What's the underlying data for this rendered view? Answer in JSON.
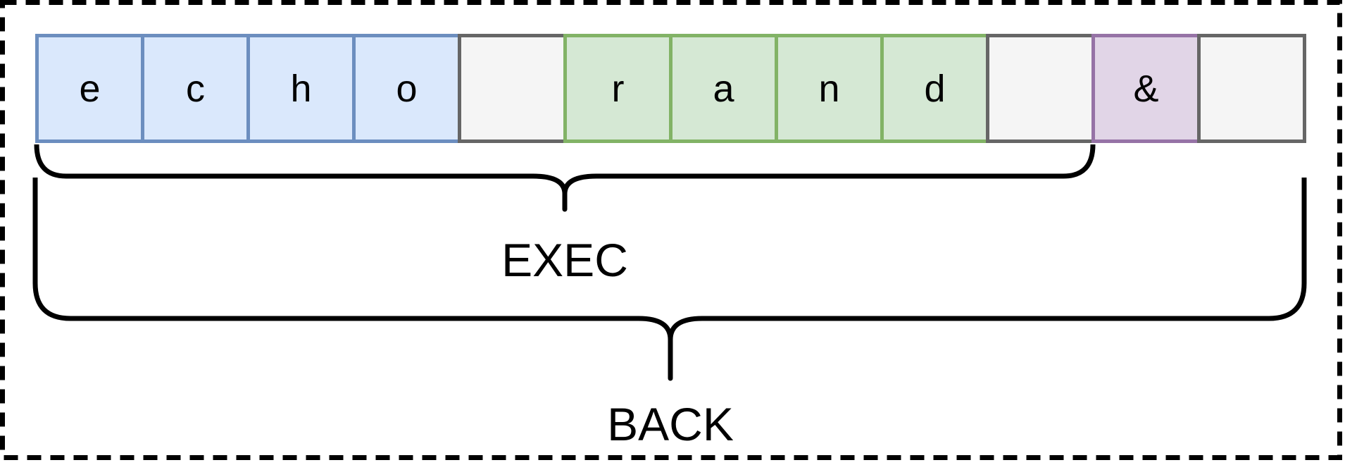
{
  "diagram": {
    "description": "shell-command-tokenization-diagram",
    "cells": [
      {
        "char": "e",
        "type": "blue"
      },
      {
        "char": "c",
        "type": "blue"
      },
      {
        "char": "h",
        "type": "blue"
      },
      {
        "char": "o",
        "type": "blue"
      },
      {
        "char": "",
        "type": "gray"
      },
      {
        "char": "r",
        "type": "green"
      },
      {
        "char": "a",
        "type": "green"
      },
      {
        "char": "n",
        "type": "green"
      },
      {
        "char": "d",
        "type": "green"
      },
      {
        "char": "",
        "type": "gray"
      },
      {
        "char": "&",
        "type": "purple"
      },
      {
        "char": "",
        "type": "gray"
      }
    ],
    "braces": [
      {
        "label": "EXEC"
      },
      {
        "label": "BACK"
      }
    ],
    "palette": {
      "blue": {
        "fill": "#dae8fc",
        "border": "#6c8ebf"
      },
      "green": {
        "fill": "#d5e8d4",
        "border": "#82b366"
      },
      "purple": {
        "fill": "#e1d5e7",
        "border": "#9673a6"
      },
      "gray": {
        "fill": "#f5f5f5",
        "border": "#666666"
      },
      "brace_color": "#000000",
      "outer_border_color": "#000000",
      "text_color": "#000000"
    }
  }
}
